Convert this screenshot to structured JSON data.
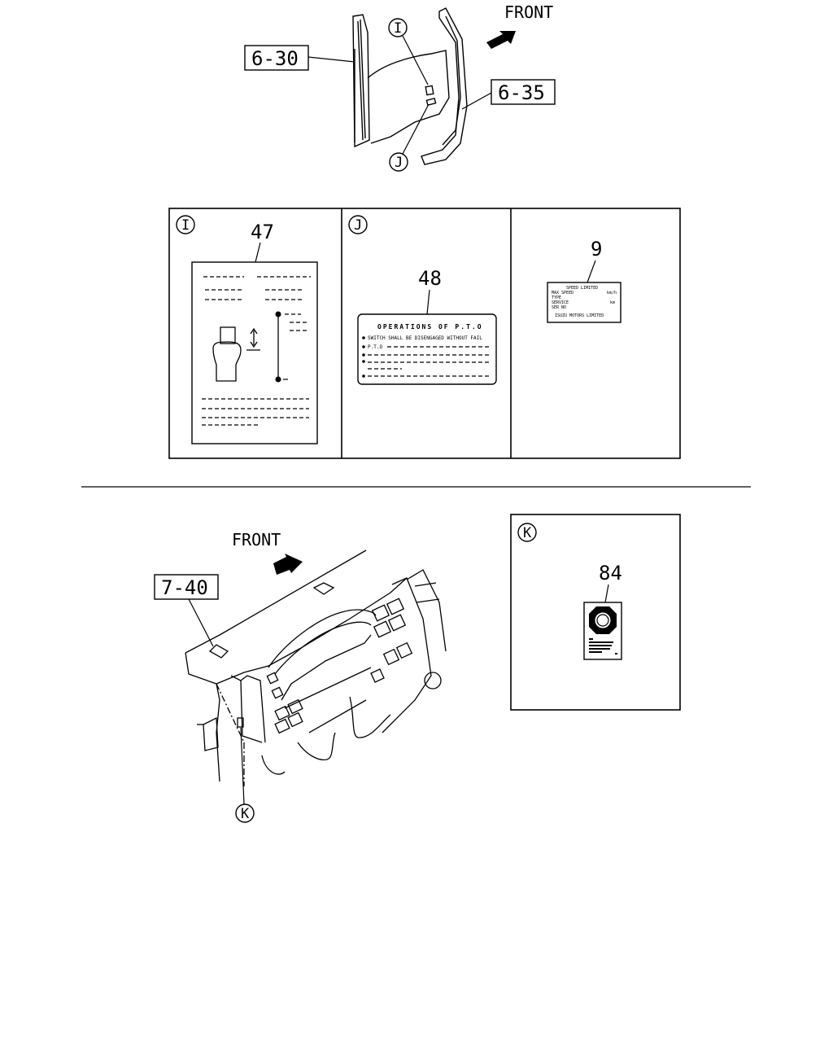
{
  "top_section": {
    "front_label": "FRONT",
    "ref_door_left": "6-30",
    "ref_door_right": "6-35",
    "callout_i": "I",
    "callout_j": "J"
  },
  "panels": {
    "panel_i": {
      "callout": "I",
      "part_number": "47"
    },
    "panel_j": {
      "callout": "J",
      "part_number": "48",
      "label_title": "OPERATIONS OF P.T.O",
      "label_line1": "SWITCH SHALL BE DISENGAGED WITHOUT FAIL",
      "label_line2": "P.T.O"
    },
    "panel_9": {
      "part_number": "9",
      "label_line1": "SPEED LIMITED",
      "label_line2": "MAX SPEED",
      "label_unit1": "km/h",
      "label_line3": "TYPE",
      "label_line4": "SERVICE",
      "label_unit2": "km",
      "label_line5": "SER NO",
      "label_line6": "ISUZU MOTORS LIMITED"
    }
  },
  "bottom_section": {
    "front_label": "FRONT",
    "ref_dashboard": "7-40",
    "callout_k": "K"
  },
  "panel_k": {
    "callout": "K",
    "part_number": "84"
  }
}
